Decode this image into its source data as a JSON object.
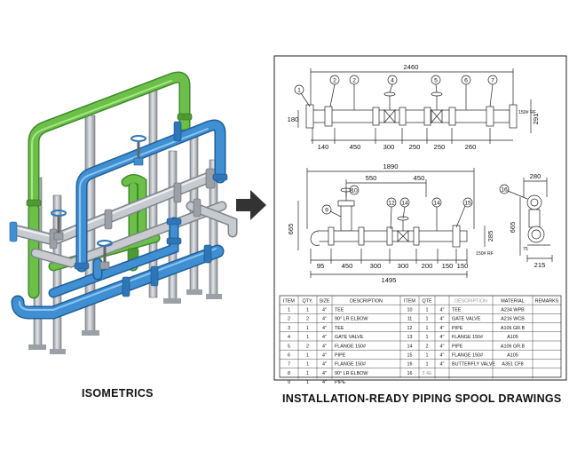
{
  "captions": {
    "left": "ISOMETRICS",
    "right": "INSTALLATION-READY PIPING SPOOL DRAWINGS"
  },
  "colors": {
    "green": "#6cc04a",
    "blue": "#3f8fd2",
    "gray": "#bfc3c7",
    "arrow": "#333333"
  },
  "drawing1": {
    "overall": "2460",
    "height": "180",
    "flange_rating": "150# RF",
    "right_height": "291",
    "segments": [
      "140",
      "450",
      "300",
      "250",
      "250",
      "260"
    ],
    "bubbles": [
      "1",
      "2",
      "2",
      "4",
      "5",
      "6",
      "7"
    ]
  },
  "drawing2": {
    "overall_top": "1890",
    "sub_top": [
      "550",
      "450"
    ],
    "left_height": "665",
    "right_height": "285",
    "flange_rating": "150# RF",
    "segments": [
      "95",
      "450",
      "300",
      "300",
      "200",
      "150",
      "150"
    ],
    "overall_bottom": "1495",
    "bubbles": [
      "9",
      "10",
      "12",
      "14",
      "14",
      "15"
    ]
  },
  "side_view": {
    "bubble": "16",
    "top": "280",
    "height": "665",
    "left_small": "75",
    "bottom": "215"
  },
  "bom": {
    "left_headers": [
      "ITEM",
      "QTY.",
      "SIZE",
      "DESCRIPTION"
    ],
    "right_headers": [
      "ITEM",
      "QTE",
      "",
      "DESCRIPTION",
      "MATERIAL",
      "REMARKS"
    ],
    "left_rows": [
      [
        "1",
        "1",
        "4\"",
        "TEE"
      ],
      [
        "2",
        "2",
        "4\"",
        "90° LR ELBOW"
      ],
      [
        "3",
        "1",
        "4\"",
        "TEE"
      ],
      [
        "4",
        "1",
        "4\"",
        "GATE VALVE"
      ],
      [
        "5",
        "2",
        "4\"",
        "FLANGE 150#"
      ],
      [
        "6",
        "1",
        "4\"",
        "PIPE"
      ],
      [
        "7",
        "1",
        "4\"",
        "FLANGE 150#"
      ],
      [
        "8",
        "1",
        "4\"",
        "90° LR ELBOW"
      ],
      [
        "9",
        "1",
        "4\"",
        "PIPE"
      ]
    ],
    "right_rows": [
      [
        "10",
        "1",
        "4\"",
        "TEE",
        "A234 WPB",
        ""
      ],
      [
        "11",
        "1",
        "4\"",
        "GATE VALVE",
        "A216 WCB",
        ""
      ],
      [
        "12",
        "1",
        "4\"",
        "PIPE",
        "A106 GR.B",
        ""
      ],
      [
        "13",
        "1",
        "4\"",
        "FLANGE 150#",
        "A105",
        ""
      ],
      [
        "14",
        "2",
        "4\"",
        "PIPE",
        "A106 GR.B",
        ""
      ],
      [
        "15",
        "1",
        "4\"",
        "FLANGE 150#",
        "A105",
        ""
      ],
      [
        "16",
        "1",
        "4\"",
        "BUTTERFLY VALVE",
        "A351 CF8",
        ""
      ],
      [
        "16",
        "3 4E",
        "",
        "",
        "",
        ""
      ]
    ]
  }
}
